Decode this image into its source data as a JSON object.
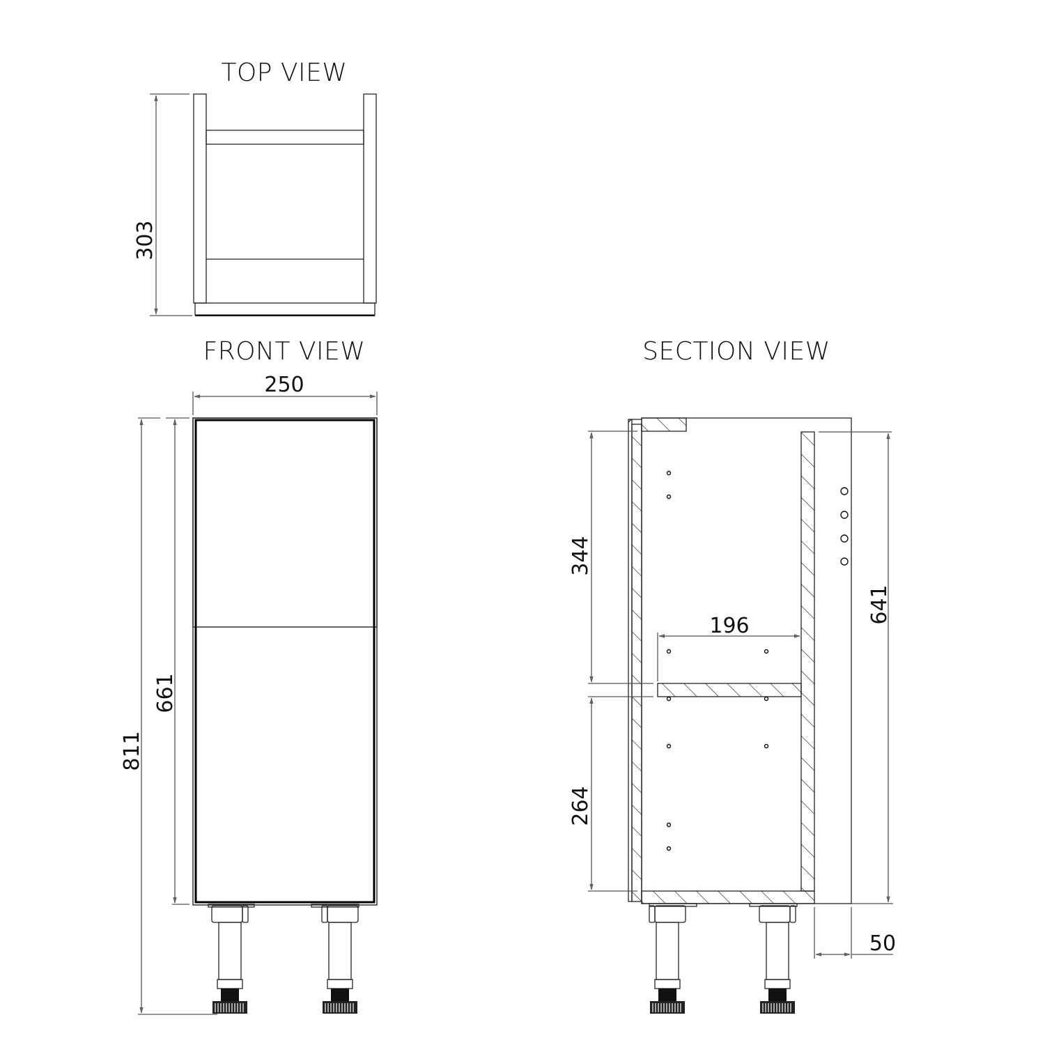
{
  "drawing": {
    "views": {
      "top": {
        "title": "TOP VIEW",
        "depth_dim": "303"
      },
      "front": {
        "title": "FRONT VIEW",
        "width_dim": "250",
        "body_height_dim": "661",
        "total_height_dim": "811"
      },
      "section": {
        "title": "SECTION VIEW",
        "upper_height_dim": "344",
        "lower_height_dim": "264",
        "shelf_depth_dim": "196",
        "internal_height_dim": "641",
        "kick_offset_dim": "50"
      }
    },
    "colors": {
      "line": "#111111",
      "background": "#ffffff",
      "dimension_line": "#555555"
    }
  }
}
